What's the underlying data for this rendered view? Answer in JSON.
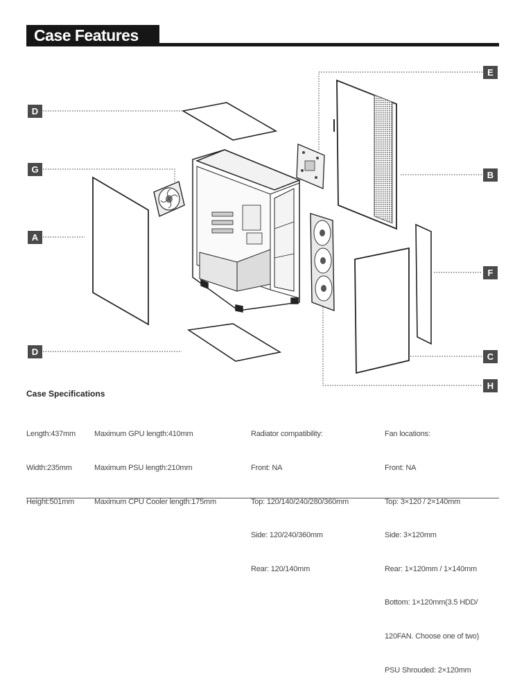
{
  "header": {
    "title": "Case Features"
  },
  "callouts": {
    "A": "A",
    "B": "B",
    "C": "C",
    "D": "D",
    "E": "E",
    "F": "F",
    "G": "G",
    "H": "H"
  },
  "specs": {
    "title": "Case Specifications",
    "dimensions": [
      "Length:437mm",
      "Width:235mm",
      "Height:501mm"
    ],
    "limits": [
      "Maximum GPU length:410mm",
      "Maximum PSU length:210mm",
      "Maximum CPU Cooler length:175mm"
    ],
    "radiator": [
      "Radiator compatibility:",
      "Front: NA",
      "Top: 120/140/240/280/360mm",
      "Side: 120/240/360mm",
      "Rear: 120/140mm"
    ],
    "fans": [
      "Fan locations:",
      "Front: NA",
      "Top: 3×120 / 2×140mm",
      "Side: 3×120mm",
      "Rear: 1×120mm / 1×140mm",
      "Bottom: 1×120mm(3.5 HDD/",
      "120FAN. Choose one of two)",
      "PSU Shrouded: 2×120mm"
    ]
  },
  "colors": {
    "badge": "#4a4a4a",
    "title_bg": "#161616",
    "line": "#222222"
  }
}
